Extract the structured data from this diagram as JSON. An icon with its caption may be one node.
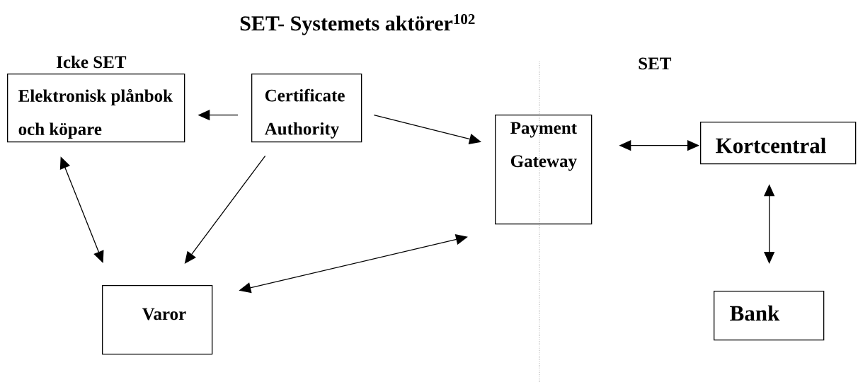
{
  "diagram": {
    "title": "SET- Systemets aktörer$^{102}$",
    "nodes": [
      {
        "text": [
          "Elektronisk plånbok och köpare"
        ]
      },
      {
        "text": [
          "Certificate Authority"
        ]
      },
      {
        "text": [
          "Payment Gateway"
        ]
      },
      {
        "text": [
          "Kortcentral"
        ]
      },
      {
        "text": [
          "Varor"
        ]
      },
      {
        "text": [
          "Bank"
        ]
      }
    ],
    "edges": [
      {
        "from": 1,
        "to": 0,
        "arrow": "to"
      },
      {
        "from": 1,
        "to": 2,
        "arrow": "to"
      },
      {
        "from": 1,
        "to": 4,
        "arrow": "to"
      },
      {
        "from": 0,
        "to": 4,
        "arrow": "both"
      },
      {
        "from": 4,
        "to": 2,
        "arrow": "both"
      },
      {
        "from": 2,
        "to": 3,
        "arrow": "both"
      },
      {
        "from": 3,
        "to": 5,
        "arrow": "both"
      }
    ],
    "labels": [
      "Icke SET",
      "SET"
    ]
  }
}
